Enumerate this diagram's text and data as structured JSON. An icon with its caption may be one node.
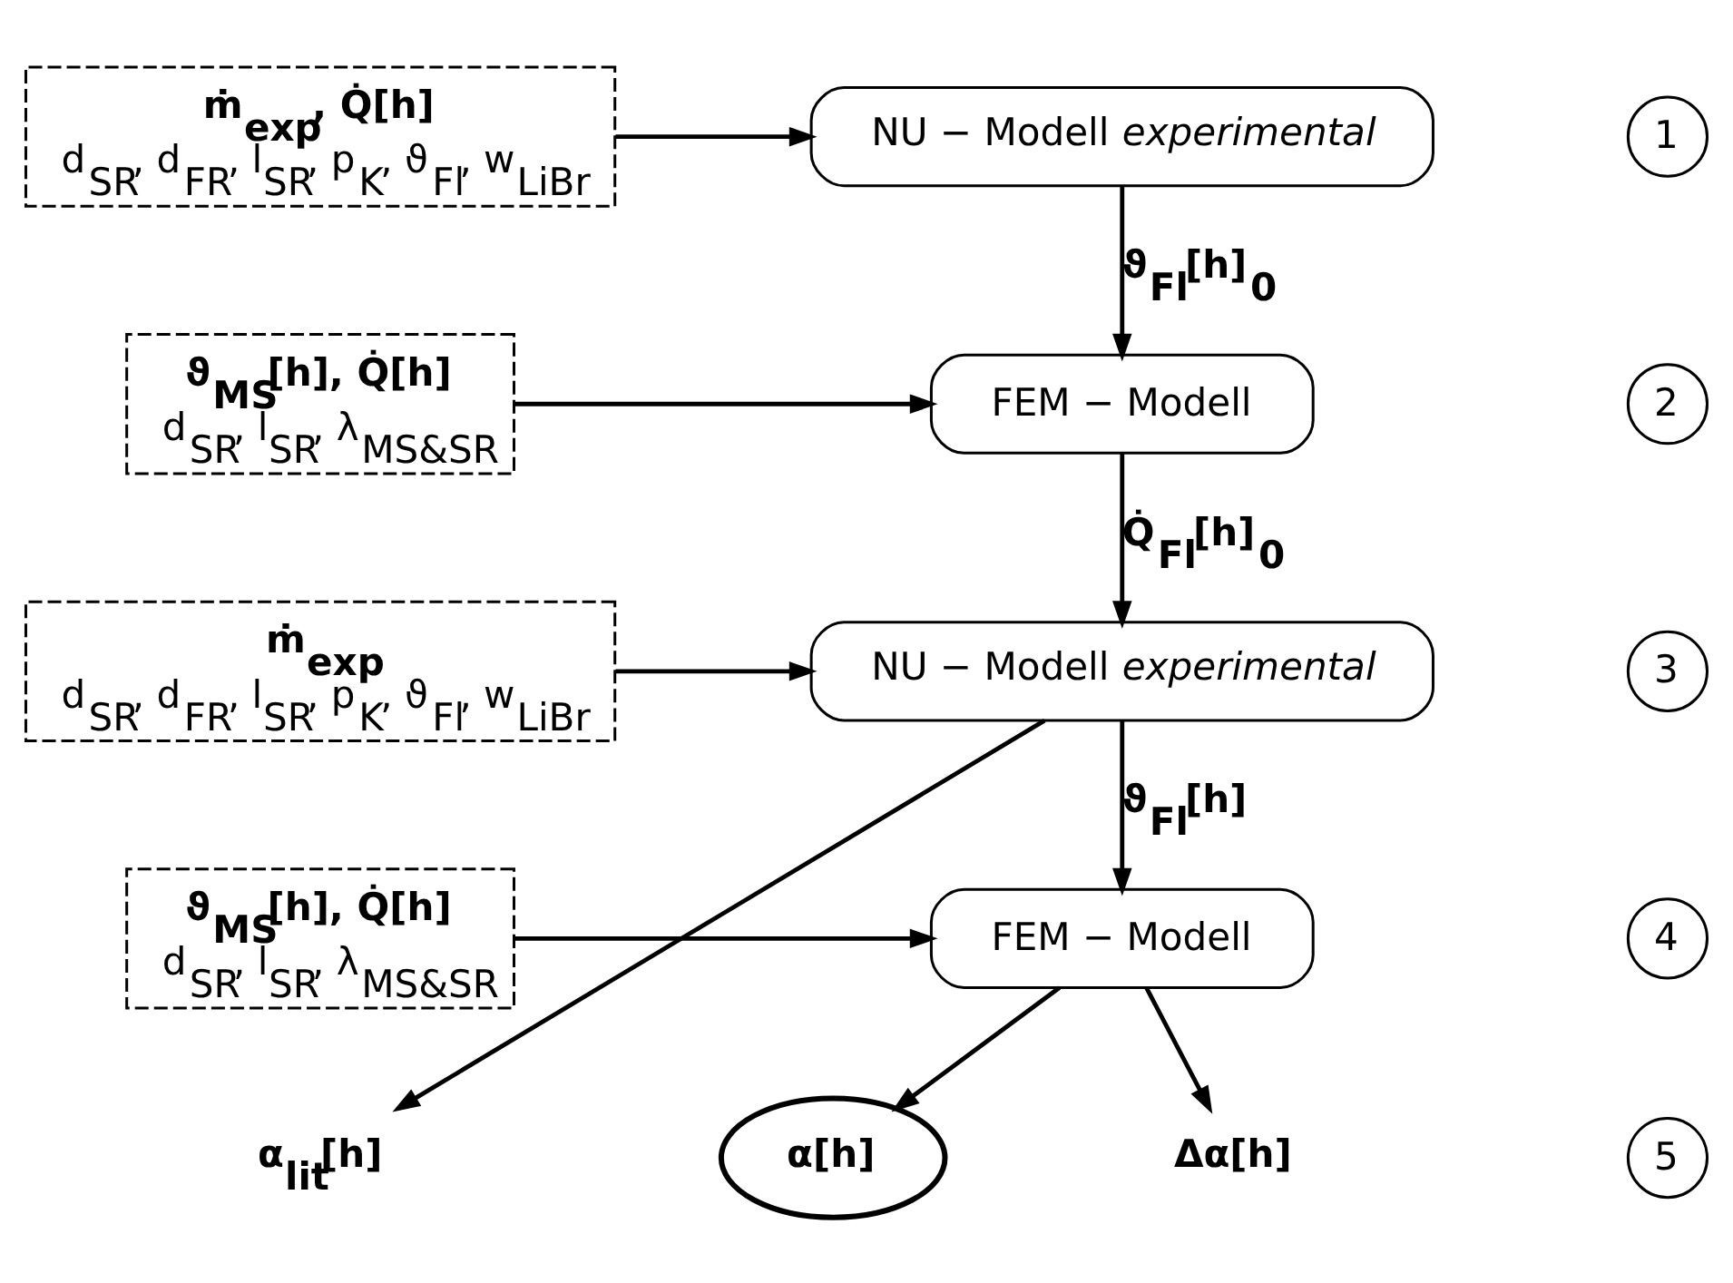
{
  "diagram": {
    "nodes": [
      {
        "text": [
          "ṁ$_{exp}$, Q̇[h]",
          "d$_{SR}$, d$_{FR}$, l$_{SR}$, p$_{K}$, ϑ$_{Fl}$, w$_{LiBr}$"
        ]
      },
      {
        "text": [
          "NU − Modell *experimental*"
        ]
      },
      {
        "text": [
          "1"
        ]
      },
      {
        "text": [
          "ϑ$_{MS}$[h], Q̇[h]",
          "d$_{SR}$, l$_{SR}$, λ$_{MS&SR}$"
        ]
      },
      {
        "text": [
          "FEM − Modell"
        ]
      },
      {
        "text": [
          "2"
        ]
      },
      {
        "text": [
          "ṁ$_{exp}$",
          "d$_{SR}$, d$_{FR}$, l$_{SR}$, p$_{K}$, ϑ$_{Fl}$, w$_{LiBr}$"
        ]
      },
      {
        "text": [
          "NU − Modell *experimental*"
        ]
      },
      {
        "text": [
          "3"
        ]
      },
      {
        "text": [
          "ϑ$_{MS}$[h], Q̇[h]",
          "d$_{SR}$, l$_{SR}$, λ$_{MS&SR}$"
        ]
      },
      {
        "text": [
          "FEM − Modell"
        ]
      },
      {
        "text": [
          "4"
        ]
      },
      {
        "text": [
          "α$_{lit}$[h]"
        ]
      },
      {
        "text": [
          "α[h]"
        ]
      },
      {
        "text": [
          "Δα[h]"
        ]
      },
      {
        "text": [
          "5"
        ]
      }
    ],
    "edges": [
      {
        "from": 0,
        "to": 1,
        "arrow": "to"
      },
      {
        "from": 1,
        "to": 4,
        "arrow": "to",
        "label": "ϑ$_{Fl}$[h]$_{0}$"
      },
      {
        "from": 3,
        "to": 4,
        "arrow": "to"
      },
      {
        "from": 4,
        "to": 7,
        "arrow": "to",
        "label": "Q̇$_{Fl}$[h]$_{0}$"
      },
      {
        "from": 6,
        "to": 7,
        "arrow": "to"
      },
      {
        "from": 7,
        "to": 10,
        "arrow": "to",
        "label": "ϑ$_{Fl}$[h]"
      },
      {
        "from": 9,
        "to": 10,
        "arrow": "to"
      },
      {
        "from": 7,
        "to": 12,
        "arrow": "to"
      },
      {
        "from": 10,
        "to": 13,
        "arrow": "to"
      },
      {
        "from": 10,
        "to": 14,
        "arrow": "to"
      }
    ]
  }
}
